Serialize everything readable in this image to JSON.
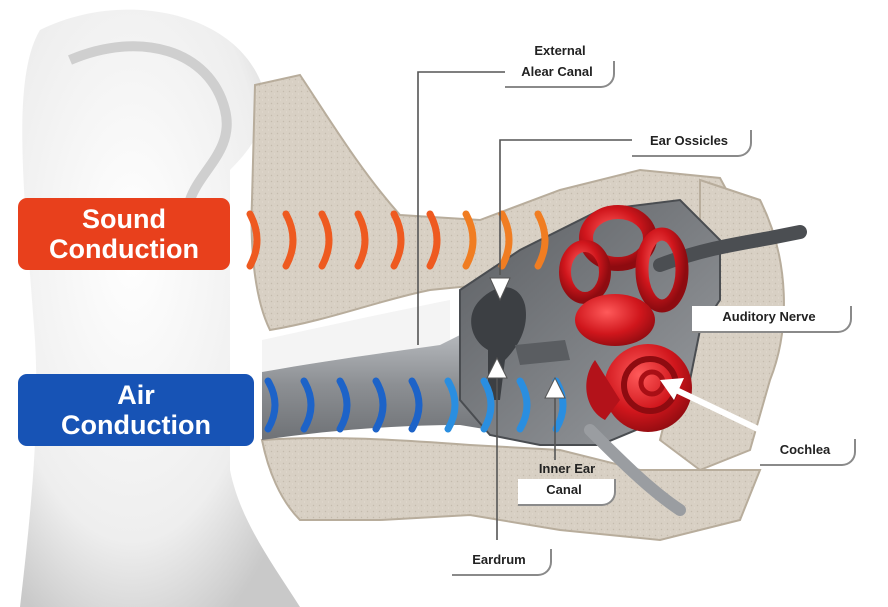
{
  "modes": {
    "sound": {
      "line1": "Sound",
      "line2": "Conduction",
      "color": "#e8401c"
    },
    "air": {
      "line1": "Air",
      "line2": "Conduction",
      "color": "#1753b5"
    }
  },
  "labels": {
    "external_line1": "External",
    "external_line2": "Alear Canal",
    "ossicles": "Ear Ossicles",
    "nerve": "Auditory Nerve",
    "cochlea": "Cochlea",
    "inner_line1": "Inner Ear",
    "inner_line2": "Canal",
    "eardrum": "Eardrum"
  },
  "colors": {
    "sound_wave": "#ee5a20",
    "sound_wave_right": "#f07d22",
    "air_wave": "#1d63c8",
    "air_wave_right": "#2a8ee0",
    "inner_ear": "#d0161c",
    "bone": "#d8d0c4",
    "canal": "#8c8f93"
  }
}
